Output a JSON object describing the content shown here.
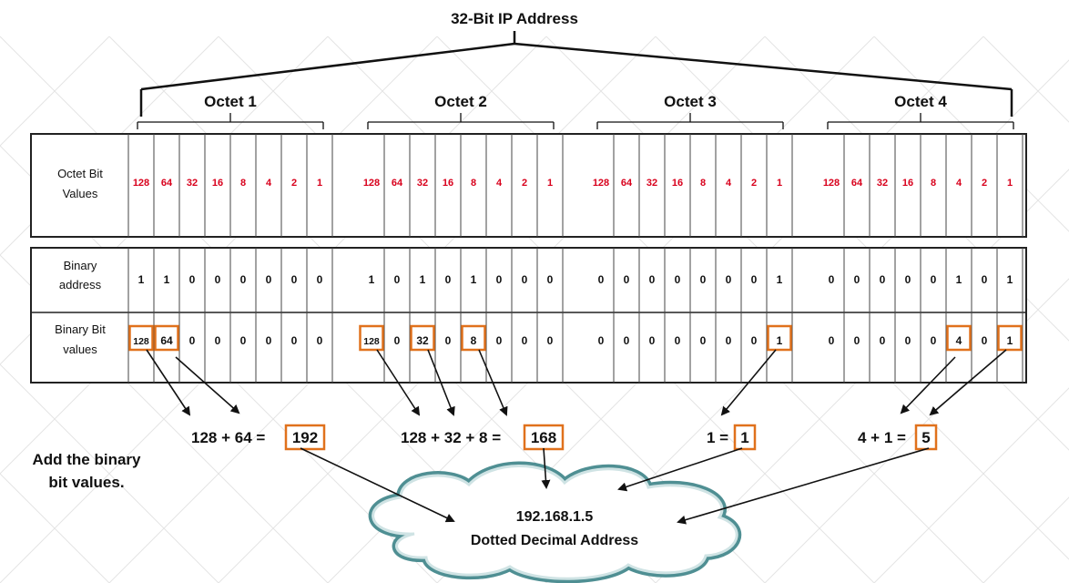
{
  "title": "32-Bit IP Address",
  "octets": [
    {
      "label": "Octet 1",
      "bit_values": [
        "128",
        "64",
        "32",
        "16",
        "8",
        "4",
        "2",
        "1"
      ],
      "binary": [
        "1",
        "1",
        "0",
        "0",
        "0",
        "0",
        "0",
        "0"
      ],
      "binary_bit_values": [
        "128",
        "64",
        "0",
        "0",
        "0",
        "0",
        "0",
        "0"
      ],
      "equation": "128 + 64 =",
      "result": "192"
    },
    {
      "label": "Octet 2",
      "bit_values": [
        "128",
        "64",
        "32",
        "16",
        "8",
        "4",
        "2",
        "1"
      ],
      "binary": [
        "1",
        "0",
        "1",
        "0",
        "1",
        "0",
        "0",
        "0"
      ],
      "binary_bit_values": [
        "128",
        "0",
        "32",
        "0",
        "8",
        "0",
        "0",
        "0"
      ],
      "equation": "128 + 32 + 8 =",
      "result": "168"
    },
    {
      "label": "Octet 3",
      "bit_values": [
        "128",
        "64",
        "32",
        "16",
        "8",
        "4",
        "2",
        "1"
      ],
      "binary": [
        "0",
        "0",
        "0",
        "0",
        "0",
        "0",
        "0",
        "1"
      ],
      "binary_bit_values": [
        "0",
        "0",
        "0",
        "0",
        "0",
        "0",
        "0",
        "1"
      ],
      "equation": "1 =",
      "result": "1"
    },
    {
      "label": "Octet 4",
      "bit_values": [
        "128",
        "64",
        "32",
        "16",
        "8",
        "4",
        "2",
        "1"
      ],
      "binary": [
        "0",
        "0",
        "0",
        "0",
        "0",
        "1",
        "0",
        "1"
      ],
      "binary_bit_values": [
        "0",
        "0",
        "0",
        "0",
        "0",
        "4",
        "0",
        "1"
      ],
      "equation": "4 + 1 =",
      "result": "5"
    }
  ],
  "row_labels": {
    "octet_bit_values": [
      "Octet Bit",
      "Values"
    ],
    "binary_address": [
      "Binary",
      "address"
    ],
    "binary_bit_values": [
      "Binary Bit",
      "values"
    ]
  },
  "side_note": [
    "Add the binary",
    "bit values."
  ],
  "cloud": {
    "address": "192.168.1.5",
    "caption": "Dotted Decimal Address"
  },
  "colors": {
    "bit_value_text": "#d8001c",
    "highlight_box": "#e0711c",
    "cloud_border": "#4f8f93",
    "cloud_fill": "#ffffff"
  }
}
